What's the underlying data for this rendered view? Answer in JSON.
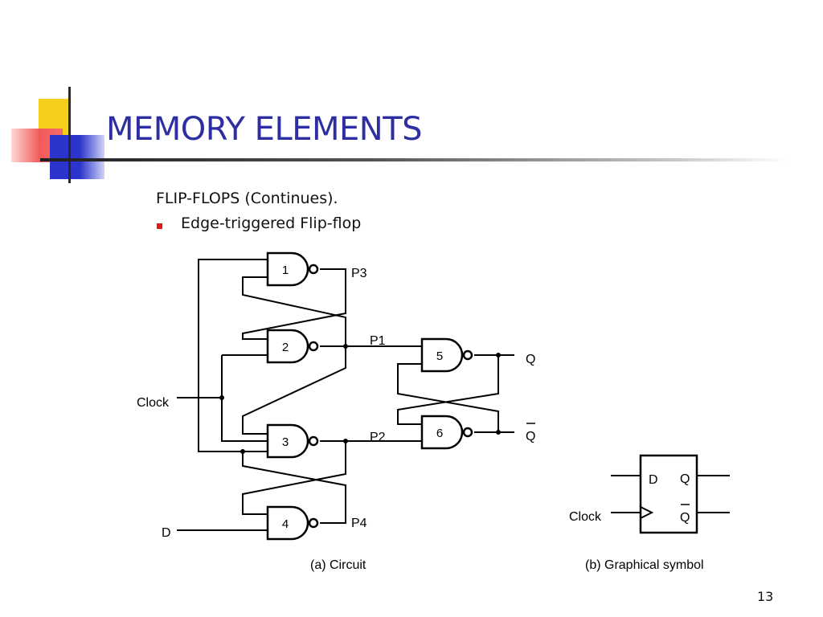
{
  "slide": {
    "title": "MEMORY ELEMENTS",
    "text_line": "FLIP-FLOPS (Continues).",
    "bullet_item": "Edge-triggered Flip-flop",
    "page_number": "13"
  },
  "circuit": {
    "gate_labels": [
      "1",
      "2",
      "3",
      "4",
      "5",
      "6"
    ],
    "node_labels": {
      "p3": "P3",
      "p1": "P1",
      "p2": "P2",
      "p4": "P4"
    },
    "inputs": {
      "clock": "Clock",
      "d": "D"
    },
    "outputs": {
      "q": "Q",
      "qbar": "Q"
    },
    "caption": "(a) Circuit"
  },
  "symbol": {
    "d_label": "D",
    "q_label": "Q",
    "qbar_label": "Q",
    "clock_label": "Clock",
    "caption": "(b) Graphical symbol"
  }
}
